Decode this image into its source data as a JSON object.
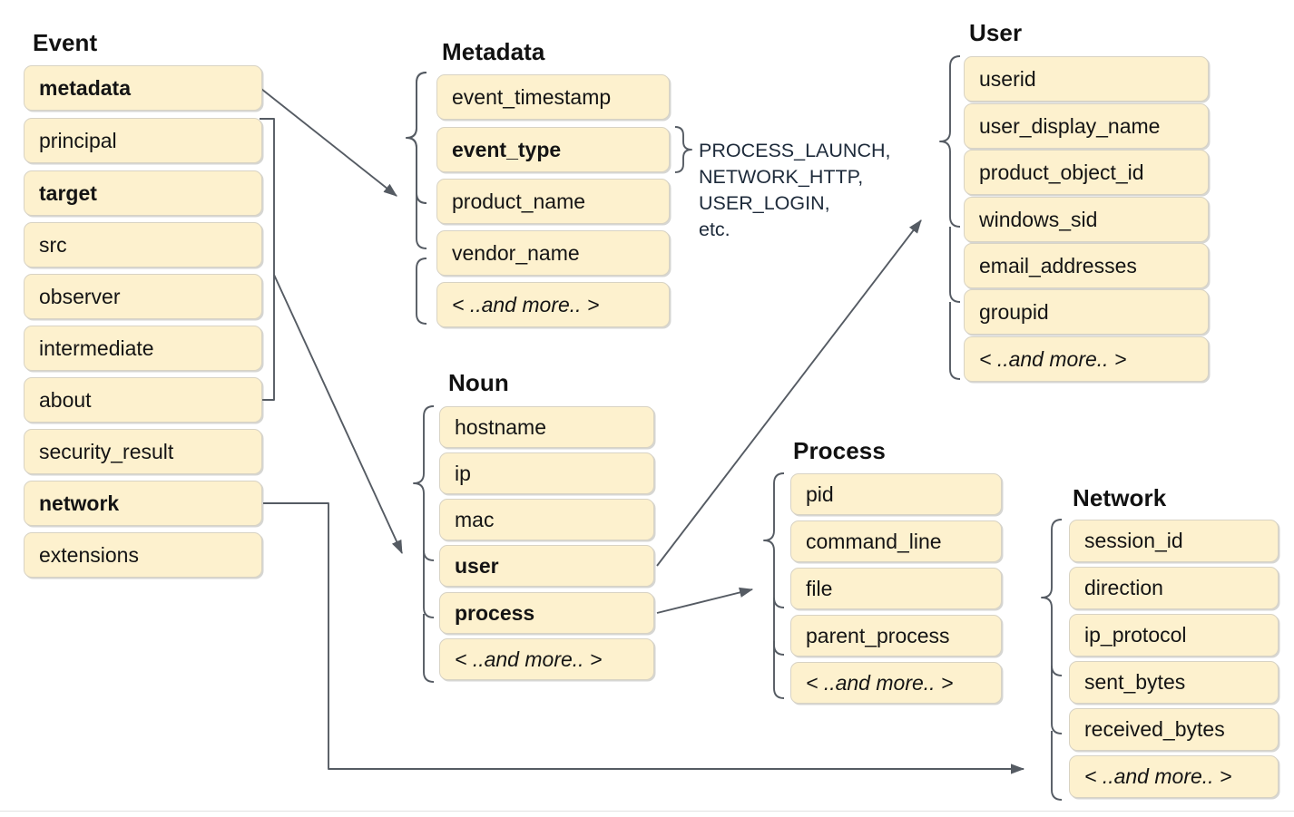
{
  "diagram": {
    "title_color": "#111111",
    "box_fill": "#fdf1ce",
    "box_border": "#d8d3c4",
    "edge_color": "#555b63",
    "enum_text_color": "#1d2a3a",
    "more_label": "< ..and more.. >"
  },
  "groups": {
    "event": {
      "title": "Event",
      "fields": [
        {
          "label": "metadata",
          "bold": true,
          "italic": false
        },
        {
          "label": "principal",
          "bold": false,
          "italic": false
        },
        {
          "label": "target",
          "bold": true,
          "italic": false
        },
        {
          "label": "src",
          "bold": false,
          "italic": false
        },
        {
          "label": "observer",
          "bold": false,
          "italic": false
        },
        {
          "label": "intermediate",
          "bold": false,
          "italic": false
        },
        {
          "label": "about",
          "bold": false,
          "italic": false
        },
        {
          "label": "security_result",
          "bold": false,
          "italic": false
        },
        {
          "label": "network",
          "bold": true,
          "italic": false
        },
        {
          "label": "extensions",
          "bold": false,
          "italic": false
        }
      ]
    },
    "metadata": {
      "title": "Metadata",
      "fields": [
        {
          "label": "event_timestamp",
          "bold": false,
          "italic": false
        },
        {
          "label": "event_type",
          "bold": true,
          "italic": false
        },
        {
          "label": "product_name",
          "bold": false,
          "italic": false
        },
        {
          "label": "vendor_name",
          "bold": false,
          "italic": false
        },
        {
          "label": "< ..and more.. >",
          "bold": false,
          "italic": true
        }
      ]
    },
    "user": {
      "title": "User",
      "fields": [
        {
          "label": "userid",
          "bold": false,
          "italic": false
        },
        {
          "label": "user_display_name",
          "bold": false,
          "italic": false
        },
        {
          "label": "product_object_id",
          "bold": false,
          "italic": false
        },
        {
          "label": "windows_sid",
          "bold": false,
          "italic": false
        },
        {
          "label": "email_addresses",
          "bold": false,
          "italic": false
        },
        {
          "label": "groupid",
          "bold": false,
          "italic": false
        },
        {
          "label": "< ..and more.. >",
          "bold": false,
          "italic": true
        }
      ]
    },
    "noun": {
      "title": "Noun",
      "fields": [
        {
          "label": "hostname",
          "bold": false,
          "italic": false
        },
        {
          "label": "ip",
          "bold": false,
          "italic": false
        },
        {
          "label": "mac",
          "bold": false,
          "italic": false
        },
        {
          "label": "user",
          "bold": true,
          "italic": false
        },
        {
          "label": "process",
          "bold": true,
          "italic": false
        },
        {
          "label": "< ..and more.. >",
          "bold": false,
          "italic": true
        }
      ]
    },
    "process": {
      "title": "Process",
      "fields": [
        {
          "label": "pid",
          "bold": false,
          "italic": false
        },
        {
          "label": "command_line",
          "bold": false,
          "italic": false
        },
        {
          "label": "file",
          "bold": false,
          "italic": false
        },
        {
          "label": "parent_process",
          "bold": false,
          "italic": false
        },
        {
          "label": "< ..and more.. >",
          "bold": false,
          "italic": true
        }
      ]
    },
    "network": {
      "title": "Network",
      "fields": [
        {
          "label": "session_id",
          "bold": false,
          "italic": false
        },
        {
          "label": "direction",
          "bold": false,
          "italic": false
        },
        {
          "label": "ip_protocol",
          "bold": false,
          "italic": false
        },
        {
          "label": "sent_bytes",
          "bold": false,
          "italic": false
        },
        {
          "label": "received_bytes",
          "bold": false,
          "italic": false
        },
        {
          "label": "< ..and more.. >",
          "bold": false,
          "italic": true
        }
      ]
    }
  },
  "annotations": {
    "event_type_values": "PROCESS_LAUNCH,\nNETWORK_HTTP,\nUSER_LOGIN,\netc."
  }
}
